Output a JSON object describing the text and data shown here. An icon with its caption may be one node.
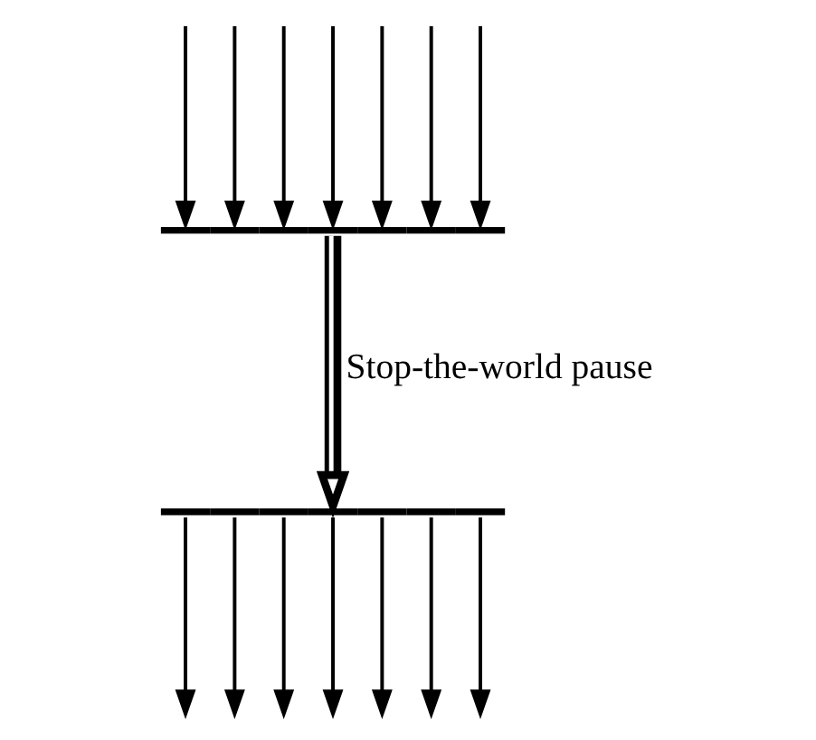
{
  "diagram": {
    "nodes": [
      {
        "text": [],
        "shape": "bar"
      },
      {
        "text": [],
        "shape": "bar"
      }
    ],
    "edges": [
      {
        "from": null,
        "to": 0,
        "arrow": "to"
      },
      {
        "from": null,
        "to": 0,
        "arrow": "to"
      },
      {
        "from": null,
        "to": 0,
        "arrow": "to"
      },
      {
        "from": null,
        "to": 0,
        "arrow": "to"
      },
      {
        "from": null,
        "to": 0,
        "arrow": "to"
      },
      {
        "from": null,
        "to": 0,
        "arrow": "to"
      },
      {
        "from": null,
        "to": 0,
        "arrow": "to"
      },
      {
        "from": 0,
        "to": 1,
        "arrow": "to",
        "style": "thick",
        "label": "Stop-the-world pause"
      },
      {
        "from": 1,
        "to": null,
        "arrow": "to"
      },
      {
        "from": 1,
        "to": null,
        "arrow": "to"
      },
      {
        "from": 1,
        "to": null,
        "arrow": "to"
      },
      {
        "from": 1,
        "to": null,
        "arrow": "to"
      },
      {
        "from": 1,
        "to": null,
        "arrow": "to"
      },
      {
        "from": 1,
        "to": null,
        "arrow": "to"
      },
      {
        "from": 1,
        "to": null,
        "arrow": "to"
      }
    ]
  }
}
